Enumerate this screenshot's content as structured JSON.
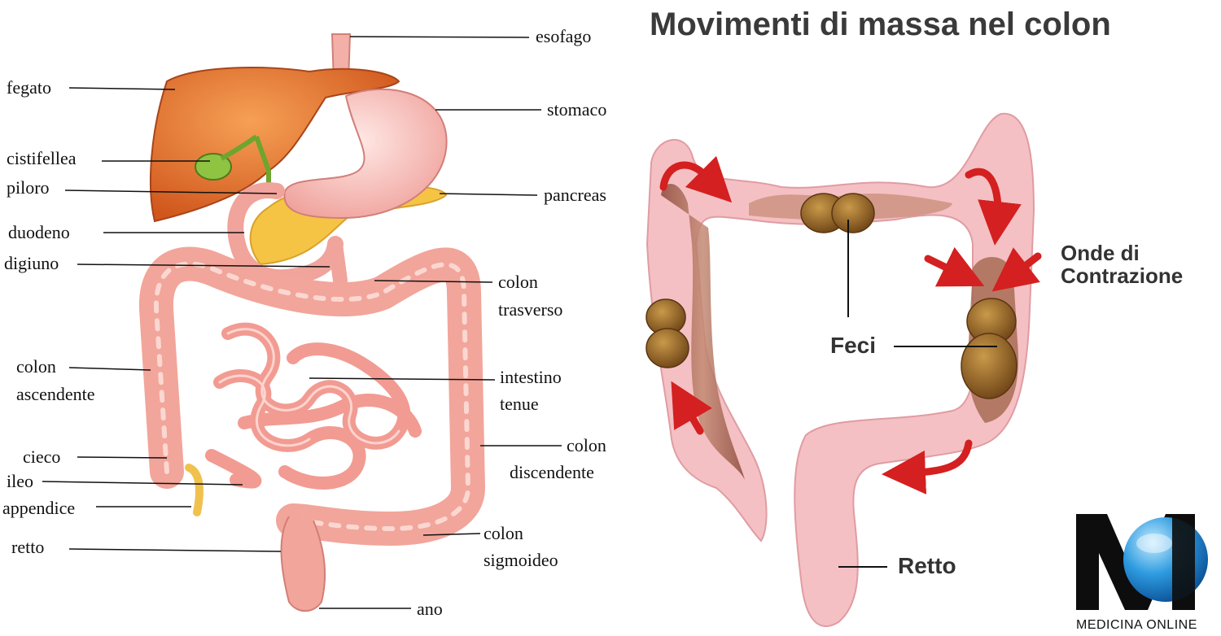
{
  "title": "Movimenti di massa nel colon",
  "left_labels": {
    "esofago": "esofago",
    "fegato": "fegato",
    "stomaco": "stomaco",
    "cistifellea": "cistifellea",
    "piloro": "piloro",
    "pancreas": "pancreas",
    "duodeno": "duodeno",
    "digiuno": "digiuno",
    "colon_trasverso_1": "colon",
    "colon_trasverso_2": "trasverso",
    "colon_ascendente_1": "colon",
    "colon_ascendente_2": "ascendente",
    "intestino_tenue_1": "intestino",
    "intestino_tenue_2": "tenue",
    "cieco": "cieco",
    "colon_discendente_1": "colon",
    "colon_discendente_2": "discendente",
    "ileo": "ileo",
    "appendice": "appendice",
    "retto": "retto",
    "colon_sigmoideo_1": "colon",
    "colon_sigmoideo_2": "sigmoideo",
    "ano": "ano"
  },
  "right_labels": {
    "onde_1": "Onde di",
    "onde_2": "Contrazione",
    "feci": "Feci",
    "retto": "Retto"
  },
  "logo": {
    "letters": "M",
    "brand_text": "MEDICINA ONLINE"
  },
  "colors": {
    "liver": "#e8762c",
    "stomach": "#f6b8b0",
    "intestine": "#f2a59a",
    "colon_right": "#f4c0c4",
    "feces": "#8a5a2a",
    "arrow": "#d42020",
    "pancreas": "#f5c445",
    "gallbladder": "#7fb83a"
  }
}
